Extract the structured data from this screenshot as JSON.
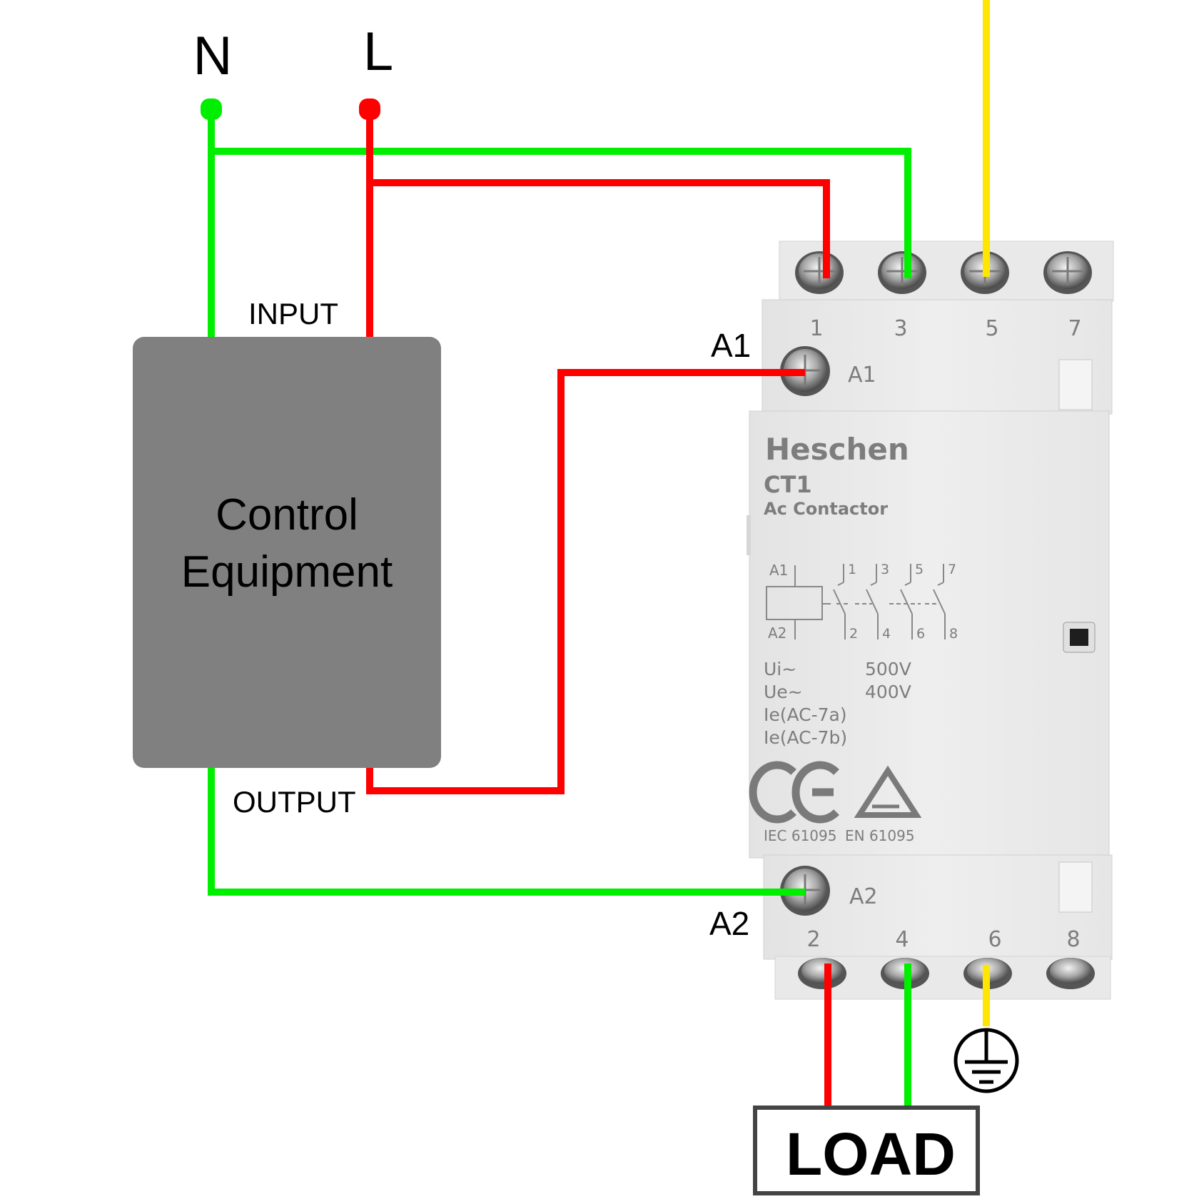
{
  "supply": {
    "neutral_label": "N",
    "live_label": "L"
  },
  "control_equipment": {
    "title_line1": "Control",
    "title_line2": "Equipment",
    "input_label": "INPUT",
    "output_label": "OUTPUT"
  },
  "coil_labels": {
    "a1": "A1",
    "a2": "A2"
  },
  "contactor": {
    "brand": "Heschen",
    "model": "CT1",
    "type": "Ac Contactor",
    "top_terminals": [
      "1",
      "3",
      "5",
      "7"
    ],
    "bottom_terminals": [
      "2",
      "4",
      "6",
      "8"
    ],
    "coil_a1": "A1",
    "coil_a2": "A2",
    "schematic": {
      "coil_top": "A1",
      "coil_bottom": "A2",
      "contacts_top": [
        "1",
        "3",
        "5",
        "7"
      ],
      "contacts_bottom": [
        "2",
        "4",
        "6",
        "8"
      ]
    },
    "specs": [
      {
        "label": "Ui~",
        "value": "500V"
      },
      {
        "label": "Ue~",
        "value": "400V"
      },
      {
        "label": "Ie(AC-7a)",
        "value": ""
      },
      {
        "label": "Ie(AC-7b)",
        "value": ""
      }
    ],
    "standards": [
      "IEC 61095",
      "EN 61095"
    ]
  },
  "load_label": "LOAD",
  "wire_colors": {
    "neutral": "#00ee00",
    "live": "#ff0000",
    "earth": "#ffe600",
    "equipment": "#808080"
  },
  "icons": [
    "ground-icon",
    "ce-mark-icon",
    "certification-triangle-icon",
    "terminal-screw-icon"
  ]
}
